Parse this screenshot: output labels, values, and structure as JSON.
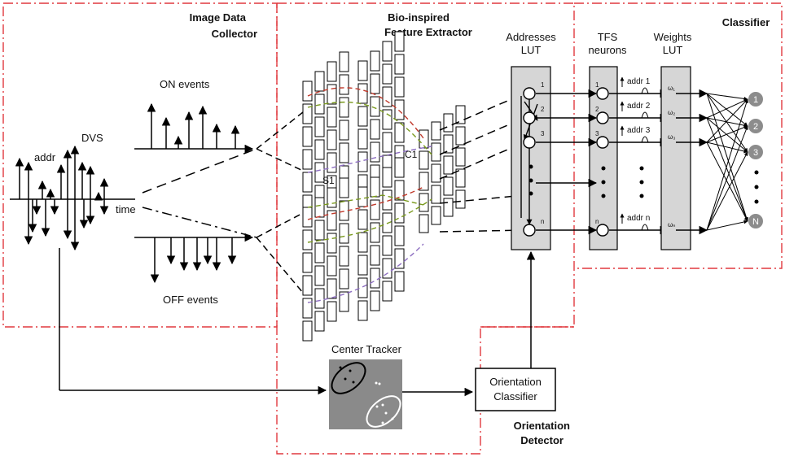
{
  "sections": {
    "collector": [
      "Image Data",
      "Collector"
    ],
    "extractor": [
      "Bio-inspired",
      "Feature Extractor"
    ],
    "classifier": "Classifier",
    "detector": [
      "Orientation",
      "Detector"
    ]
  },
  "dvs": {
    "title": "DVS",
    "addr": "addr",
    "time": "time"
  },
  "events": {
    "on": "ON events",
    "off": "OFF events"
  },
  "layers": {
    "s1": "S1",
    "c1": "C1"
  },
  "lut": {
    "title": [
      "Addresses",
      "LUT"
    ],
    "indices": [
      "1",
      "2",
      "3",
      "n"
    ]
  },
  "tfs": {
    "title": [
      "TFS",
      "neurons"
    ],
    "indices": [
      "1",
      "2",
      "3",
      "n"
    ],
    "addrs": [
      "addr 1",
      "addr 2",
      "addr 3",
      "addr n"
    ]
  },
  "weights": {
    "title": [
      "Weights",
      "LUT"
    ],
    "labels": [
      "ω₁",
      "ω₂",
      "ω₃",
      "ωₙ"
    ]
  },
  "outputs": [
    "1",
    "2",
    "3",
    "N"
  ],
  "tracker": {
    "title": "Center Tracker"
  },
  "orientation": {
    "label": [
      "Orientation",
      "Classifier"
    ]
  },
  "colors": {
    "dash_border": "#e0393e",
    "panel_gray": "#d6d6d6",
    "node_gray": "#8c8c8c",
    "tracker_bg": "#8a8a8a"
  }
}
